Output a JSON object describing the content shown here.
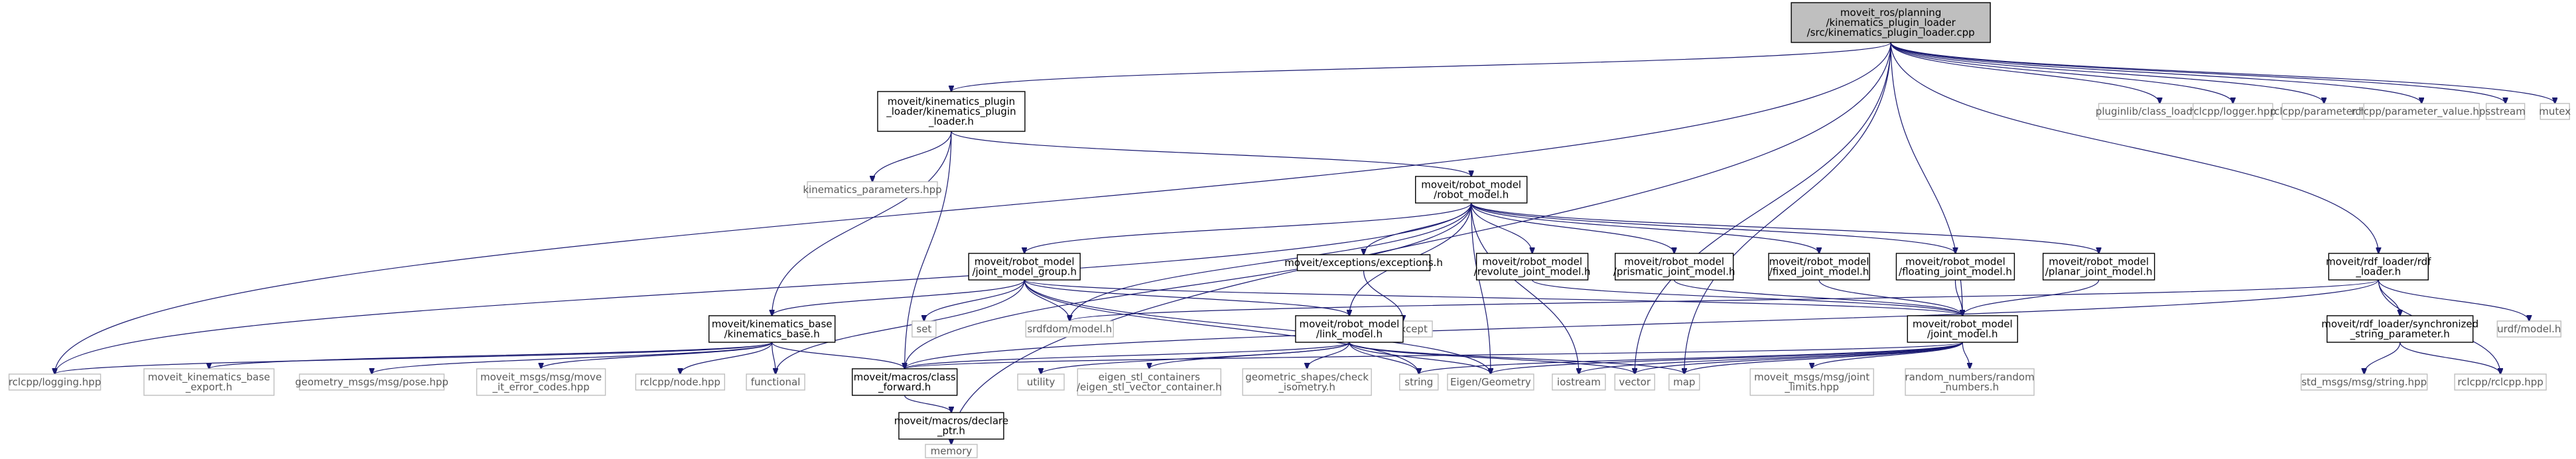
{
  "diagram": {
    "root": "moveit_ros/planning/kinematics_plugin_loader/src/kinematics_plugin_loader.cpp",
    "nodes": [
      {
        "id": "root",
        "lines": [
          "moveit_ros/planning",
          "/kinematics_plugin_loader",
          "/src/kinematics_plugin_loader.cpp"
        ],
        "kind": "root"
      },
      {
        "id": "kpl_h",
        "lines": [
          "moveit/kinematics_plugin",
          "_loader/kinematics_plugin",
          "_loader.h"
        ],
        "kind": "local"
      },
      {
        "id": "pluginlib",
        "lines": [
          "pluginlib/class_loader.hpp"
        ],
        "kind": "ext"
      },
      {
        "id": "rclcpp_logger",
        "lines": [
          "rclcpp/logger.hpp"
        ],
        "kind": "ext"
      },
      {
        "id": "rclcpp_param",
        "lines": [
          "rclcpp/parameter.hpp"
        ],
        "kind": "ext"
      },
      {
        "id": "rclcpp_param_value",
        "lines": [
          "rclcpp/parameter_value.hpp"
        ],
        "kind": "ext"
      },
      {
        "id": "sstream",
        "lines": [
          "sstream"
        ],
        "kind": "ext"
      },
      {
        "id": "mutex",
        "lines": [
          "mutex"
        ],
        "kind": "ext"
      },
      {
        "id": "kin_params",
        "lines": [
          "kinematics_parameters.hpp"
        ],
        "kind": "ext"
      },
      {
        "id": "robot_model_h",
        "lines": [
          "moveit/robot_model",
          "/robot_model.h"
        ],
        "kind": "local"
      },
      {
        "id": "rdf_loader",
        "lines": [
          "moveit/rdf_loader/rdf",
          "_loader.h"
        ],
        "kind": "local"
      },
      {
        "id": "jmg",
        "lines": [
          "moveit/robot_model",
          "/joint_model_group.h"
        ],
        "kind": "local"
      },
      {
        "id": "exceptions",
        "lines": [
          "moveit/exceptions/exceptions.h"
        ],
        "kind": "local"
      },
      {
        "id": "revolute",
        "lines": [
          "moveit/robot_model",
          "/revolute_joint_model.h"
        ],
        "kind": "local"
      },
      {
        "id": "prismatic",
        "lines": [
          "moveit/robot_model",
          "/prismatic_joint_model.h"
        ],
        "kind": "local"
      },
      {
        "id": "fixed",
        "lines": [
          "moveit/robot_model",
          "/fixed_joint_model.h"
        ],
        "kind": "local"
      },
      {
        "id": "floating",
        "lines": [
          "moveit/robot_model",
          "/floating_joint_model.h"
        ],
        "kind": "local"
      },
      {
        "id": "planar",
        "lines": [
          "moveit/robot_model",
          "/planar_joint_model.h"
        ],
        "kind": "local"
      },
      {
        "id": "kin_base",
        "lines": [
          "moveit/kinematics_base",
          "/kinematics_base.h"
        ],
        "kind": "local"
      },
      {
        "id": "stdexcept",
        "lines": [
          "stdexcept"
        ],
        "kind": "ext"
      },
      {
        "id": "set",
        "lines": [
          "set"
        ],
        "kind": "ext"
      },
      {
        "id": "srdfdom",
        "lines": [
          "srdfdom/model.h"
        ],
        "kind": "ext"
      },
      {
        "id": "link_model",
        "lines": [
          "moveit/robot_model",
          "/link_model.h"
        ],
        "kind": "local"
      },
      {
        "id": "joint_model",
        "lines": [
          "moveit/robot_model",
          "/joint_model.h"
        ],
        "kind": "local"
      },
      {
        "id": "sync_string",
        "lines": [
          "moveit/rdf_loader/synchronized",
          "_string_parameter.h"
        ],
        "kind": "local"
      },
      {
        "id": "urdf_model",
        "lines": [
          "urdf/model.h"
        ],
        "kind": "ext"
      },
      {
        "id": "rclcpp_logging",
        "lines": [
          "rclcpp/logging.hpp"
        ],
        "kind": "ext"
      },
      {
        "id": "kin_base_export",
        "lines": [
          "moveit_kinematics_base",
          "_export.h"
        ],
        "kind": "ext"
      },
      {
        "id": "geom_pose",
        "lines": [
          "geometry_msgs/msg/pose.hpp"
        ],
        "kind": "ext"
      },
      {
        "id": "move_it_error",
        "lines": [
          "moveit_msgs/msg/move",
          "_it_error_codes.hpp"
        ],
        "kind": "ext"
      },
      {
        "id": "rclcpp_node",
        "lines": [
          "rclcpp/node.hpp"
        ],
        "kind": "ext"
      },
      {
        "id": "functional",
        "lines": [
          "functional"
        ],
        "kind": "ext"
      },
      {
        "id": "class_forward",
        "lines": [
          "moveit/macros/class",
          "_forward.h"
        ],
        "kind": "local"
      },
      {
        "id": "utility",
        "lines": [
          "utility"
        ],
        "kind": "ext"
      },
      {
        "id": "eigen_stl",
        "lines": [
          "eigen_stl_containers",
          "/eigen_stl_vector_container.h"
        ],
        "kind": "ext"
      },
      {
        "id": "geom_shapes",
        "lines": [
          "geometric_shapes/check",
          "_isometry.h"
        ],
        "kind": "ext"
      },
      {
        "id": "string",
        "lines": [
          "string"
        ],
        "kind": "ext"
      },
      {
        "id": "eigen_geom",
        "lines": [
          "Eigen/Geometry"
        ],
        "kind": "ext"
      },
      {
        "id": "iostream",
        "lines": [
          "iostream"
        ],
        "kind": "ext"
      },
      {
        "id": "vector",
        "lines": [
          "vector"
        ],
        "kind": "ext"
      },
      {
        "id": "map",
        "lines": [
          "map"
        ],
        "kind": "ext"
      },
      {
        "id": "joint_limits",
        "lines": [
          "moveit_msgs/msg/joint",
          "_limits.hpp"
        ],
        "kind": "ext"
      },
      {
        "id": "random_numbers",
        "lines": [
          "random_numbers/random",
          "_numbers.h"
        ],
        "kind": "ext"
      },
      {
        "id": "std_msgs_string",
        "lines": [
          "std_msgs/msg/string.hpp"
        ],
        "kind": "ext"
      },
      {
        "id": "rclcpp_rclcpp",
        "lines": [
          "rclcpp/rclcpp.hpp"
        ],
        "kind": "ext"
      },
      {
        "id": "declare_ptr",
        "lines": [
          "moveit/macros/declare",
          "_ptr.h"
        ],
        "kind": "local"
      },
      {
        "id": "memory",
        "lines": [
          "memory"
        ],
        "kind": "ext"
      }
    ],
    "edges": [
      [
        "root",
        "kpl_h"
      ],
      [
        "root",
        "pluginlib"
      ],
      [
        "root",
        "rclcpp_logger"
      ],
      [
        "root",
        "rclcpp_param"
      ],
      [
        "root",
        "rclcpp_param_value"
      ],
      [
        "root",
        "sstream"
      ],
      [
        "root",
        "mutex"
      ],
      [
        "root",
        "rdf_loader"
      ],
      [
        "root",
        "rclcpp_logging"
      ],
      [
        "root",
        "vector"
      ],
      [
        "root",
        "map"
      ],
      [
        "root",
        "memory"
      ],
      [
        "root",
        "joint_model"
      ],
      [
        "kpl_h",
        "kin_params"
      ],
      [
        "kpl_h",
        "robot_model_h"
      ],
      [
        "kpl_h",
        "kin_base"
      ],
      [
        "kpl_h",
        "class_forward"
      ],
      [
        "robot_model_h",
        "jmg"
      ],
      [
        "robot_model_h",
        "exceptions"
      ],
      [
        "robot_model_h",
        "revolute"
      ],
      [
        "robot_model_h",
        "prismatic"
      ],
      [
        "robot_model_h",
        "fixed"
      ],
      [
        "robot_model_h",
        "floating"
      ],
      [
        "robot_model_h",
        "planar"
      ],
      [
        "robot_model_h",
        "srdfdom"
      ],
      [
        "robot_model_h",
        "rclcpp_logging"
      ],
      [
        "robot_model_h",
        "class_forward"
      ],
      [
        "robot_model_h",
        "eigen_geom"
      ],
      [
        "robot_model_h",
        "iostream"
      ],
      [
        "robot_model_h",
        "link_model"
      ],
      [
        "jmg",
        "kin_base"
      ],
      [
        "jmg",
        "set"
      ],
      [
        "jmg",
        "srdfdom"
      ],
      [
        "jmg",
        "functional"
      ],
      [
        "jmg",
        "link_model"
      ],
      [
        "jmg",
        "joint_model"
      ],
      [
        "jmg",
        "string"
      ],
      [
        "jmg",
        "eigen_geom"
      ],
      [
        "exceptions",
        "stdexcept"
      ],
      [
        "revolute",
        "joint_model"
      ],
      [
        "prismatic",
        "joint_model"
      ],
      [
        "fixed",
        "joint_model"
      ],
      [
        "floating",
        "joint_model"
      ],
      [
        "planar",
        "joint_model"
      ],
      [
        "kin_base",
        "rclcpp_logging"
      ],
      [
        "kin_base",
        "kin_base_export"
      ],
      [
        "kin_base",
        "geom_pose"
      ],
      [
        "kin_base",
        "move_it_error"
      ],
      [
        "kin_base",
        "rclcpp_node"
      ],
      [
        "kin_base",
        "functional"
      ],
      [
        "kin_base",
        "class_forward"
      ],
      [
        "link_model",
        "class_forward"
      ],
      [
        "link_model",
        "utility"
      ],
      [
        "link_model",
        "eigen_stl"
      ],
      [
        "link_model",
        "geom_shapes"
      ],
      [
        "link_model",
        "string"
      ],
      [
        "link_model",
        "eigen_geom"
      ],
      [
        "link_model",
        "vector"
      ],
      [
        "link_model",
        "map"
      ],
      [
        "joint_model",
        "class_forward"
      ],
      [
        "joint_model",
        "string"
      ],
      [
        "joint_model",
        "eigen_geom"
      ],
      [
        "joint_model",
        "iostream"
      ],
      [
        "joint_model",
        "vector"
      ],
      [
        "joint_model",
        "map"
      ],
      [
        "joint_model",
        "joint_limits"
      ],
      [
        "joint_model",
        "random_numbers"
      ],
      [
        "rdf_loader",
        "sync_string"
      ],
      [
        "rdf_loader",
        "urdf_model"
      ],
      [
        "rdf_loader",
        "rclcpp_rclcpp"
      ],
      [
        "rdf_loader",
        "srdfdom"
      ],
      [
        "rdf_loader",
        "class_forward"
      ],
      [
        "sync_string",
        "std_msgs_string"
      ],
      [
        "sync_string",
        "rclcpp_rclcpp"
      ],
      [
        "class_forward",
        "declare_ptr"
      ],
      [
        "declare_ptr",
        "memory"
      ]
    ]
  }
}
